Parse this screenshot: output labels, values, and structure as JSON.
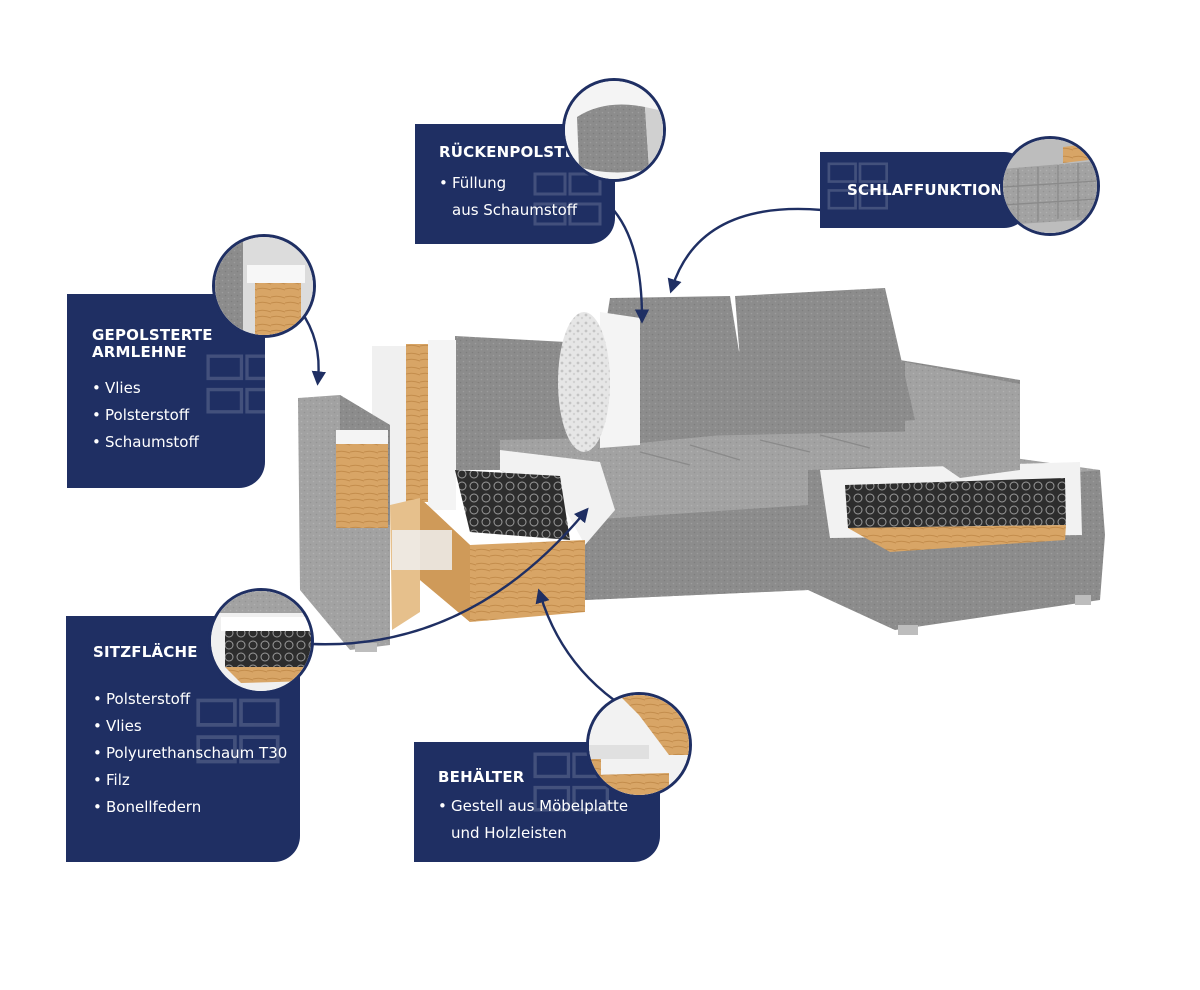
{
  "callouts": {
    "rueckenpolster": {
      "title": "RÜCKENPOLSTER",
      "items": [
        "Füllung",
        "aus Schaumstoff"
      ]
    },
    "schlaffunktion": {
      "title": "SCHLAFFUNKTION"
    },
    "armlehne": {
      "title_line1": "GEPOLSTERTE",
      "title_line2": "ARMLEHNE",
      "items": [
        "Vlies",
        "Polsterstoff",
        "Schaumstoff"
      ]
    },
    "sitzflaeche": {
      "title": "SITZFLÄCHE",
      "items": [
        "Polsterstoff",
        "Vlies",
        "Polyurethanschaum T30",
        "Filz",
        "Bonellfedern"
      ]
    },
    "behaelter": {
      "title": "BEHÄLTER",
      "items": [
        "Gestell aus Möbelplatte",
        "und Holzleisten"
      ]
    }
  },
  "colors": {
    "card": "#1f2f63",
    "fabric": "#8e8e8e",
    "wood": "#d9a867",
    "foam": "#f2f2f2"
  }
}
